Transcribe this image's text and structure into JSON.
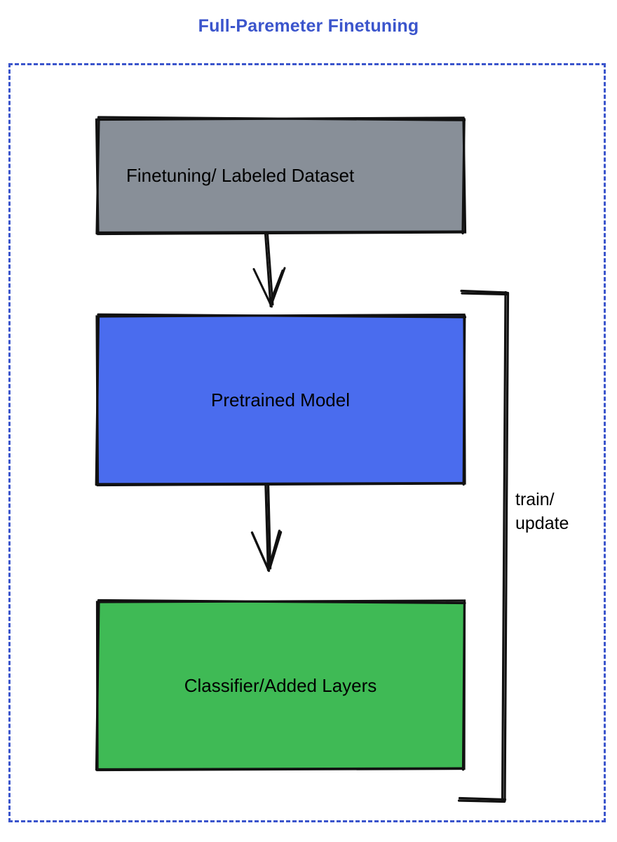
{
  "title": "Full-Paremeter Finetuning",
  "colors": {
    "title": "#3b55cc",
    "container_border": "#3b55cc",
    "dataset_fill": "#888f98",
    "pretrained_fill": "#4a6cee",
    "classifier_fill": "#3fba55",
    "stroke": "#111111",
    "text": "#000000",
    "background": "#ffffff"
  },
  "container": {
    "name": "full-parameter-finetuning-scope",
    "border_style": "dashed"
  },
  "nodes": [
    {
      "id": "dataset",
      "label": "Finetuning/ Labeled Dataset",
      "fill": "#888f98",
      "shape": "rectangle",
      "style": "hand-drawn"
    },
    {
      "id": "pretrained",
      "label": "Pretrained Model",
      "fill": "#4a6cee",
      "shape": "rectangle",
      "style": "hand-drawn"
    },
    {
      "id": "classifier",
      "label": "Classifier/Added Layers",
      "fill": "#3fba55",
      "shape": "rectangle",
      "style": "hand-drawn"
    }
  ],
  "edges": [
    {
      "id": "dataset-to-pretrained",
      "from": "dataset",
      "to": "pretrained",
      "label": "",
      "arrow": "down"
    },
    {
      "id": "pretrained-to-classifier",
      "from": "pretrained",
      "to": "classifier",
      "label": "",
      "arrow": "down"
    },
    {
      "id": "classifier-to-pretrained-loop",
      "from": "classifier",
      "to": "pretrained",
      "label_line_1": "train/",
      "label_line_2": "update",
      "arrow": "none",
      "routing": "right-side-bracket"
    }
  ],
  "loop_label": {
    "line1": "train/",
    "line2": "update"
  }
}
